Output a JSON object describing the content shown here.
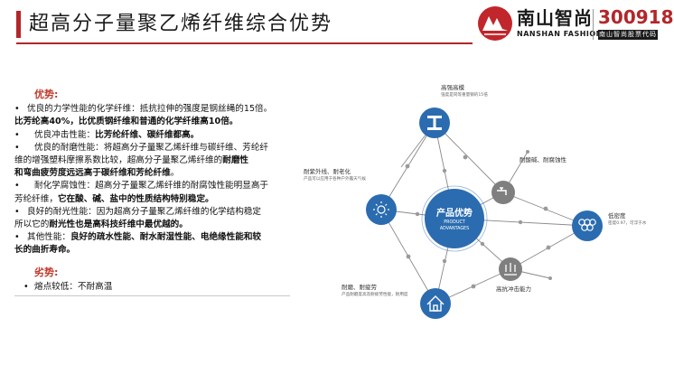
{
  "header": {
    "title": "超高分子量聚乙烯纤维综合优势",
    "logo_cn": "南山智尚",
    "logo_en": "NANSHAN FASHION",
    "stock_code": "300918",
    "stock_sub": "南山智尚股票代码",
    "accent_color": "#b3262a"
  },
  "advantages": {
    "heading": "优势:",
    "items": [
      {
        "parts": [
          {
            "t": "优良的力学性能的化学纤维：抵抗拉伸的强度是钢丝绳的15倍。",
            "b": false
          }
        ]
      },
      {
        "cont": true,
        "parts": [
          {
            "t": "比芳纶高40%，比优质钢纤维和普通的化学纤维高10倍。",
            "b": true
          }
        ]
      },
      {
        "indent": true,
        "parts": [
          {
            "t": "优良冲击性能：",
            "b": false
          },
          {
            "t": "比芳纶纤维、碳纤维都高。",
            "b": true
          }
        ]
      },
      {
        "indent": true,
        "parts": [
          {
            "t": "优良的耐磨性能：将超高分子量聚乙烯纤维与碳纤维、芳纶纤",
            "b": false
          }
        ]
      },
      {
        "cont": true,
        "indent_cont": true,
        "parts": [
          {
            "t": "维的增强塑料摩擦系数比较，超高分子量聚乙烯纤维的",
            "b": false
          },
          {
            "t": "耐磨性",
            "b": true
          }
        ]
      },
      {
        "cont": true,
        "parts": [
          {
            "t": "和弯曲疲劳度远远高于碳纤维和芳纶纤维",
            "b": true
          },
          {
            "t": "。",
            "b": false
          }
        ]
      },
      {
        "indent": true,
        "parts": [
          {
            "t": "耐化学腐蚀性：超高分子量聚乙烯纤维的耐腐蚀性能明显高于",
            "b": false
          }
        ]
      },
      {
        "cont": true,
        "parts": [
          {
            "t": "芳纶纤维，",
            "b": false
          },
          {
            "t": "它在酸、碱、盐中的性质结构特别稳定。",
            "b": true
          }
        ]
      },
      {
        "parts": [
          {
            "t": "良好的耐光性能：因为超高分子量聚乙烯纤维的化学结构稳定",
            "b": false
          }
        ]
      },
      {
        "cont": true,
        "parts": [
          {
            "t": "所以它的",
            "b": false
          },
          {
            "t": "耐光性也是高科技纤维中最优越的。",
            "b": true
          }
        ]
      },
      {
        "parts": [
          {
            "t": "其他性能：",
            "b": false
          },
          {
            "t": "良好的疏水性能、耐水耐湿性能、电绝缘性能和较",
            "b": true
          }
        ]
      },
      {
        "cont": true,
        "parts": [
          {
            "t": "长的曲折寿命。",
            "b": true
          }
        ]
      }
    ]
  },
  "weaknesses": {
    "heading": "劣势:",
    "items": [
      "熔点较低：不耐高温"
    ]
  },
  "diagram": {
    "center_cn": "产品优势",
    "center_en_1": "PRODUCT",
    "center_en_2": "ADVANTAGES",
    "nodes": [
      {
        "id": "strength",
        "icon": "i-beam-icon",
        "title": "高强高模",
        "desc": "强度是同等重量钢的15倍"
      },
      {
        "id": "chemical",
        "icon": "faucet-icon",
        "title": "耐酸碱、耐腐蚀性",
        "desc": ""
      },
      {
        "id": "density",
        "icon": "hexagon-molecule-icon",
        "title": "低密度",
        "desc": "密度0.97，可浮于水"
      },
      {
        "id": "impact",
        "icon": "impact-icon",
        "title": "高抗冲击能力",
        "desc": ""
      },
      {
        "id": "wear",
        "icon": "house-icon",
        "title": "耐磨、耐疲劳",
        "desc": "产品耐磨度高及耐疲劳性能，耐用度"
      },
      {
        "id": "uv",
        "icon": "sun-icon",
        "title": "耐紫外线、耐老化",
        "desc": "产品可以应用于各种户外露天气候"
      }
    ],
    "color_primary": "#2b6cb0",
    "color_secondary": "#7f7f7f"
  }
}
